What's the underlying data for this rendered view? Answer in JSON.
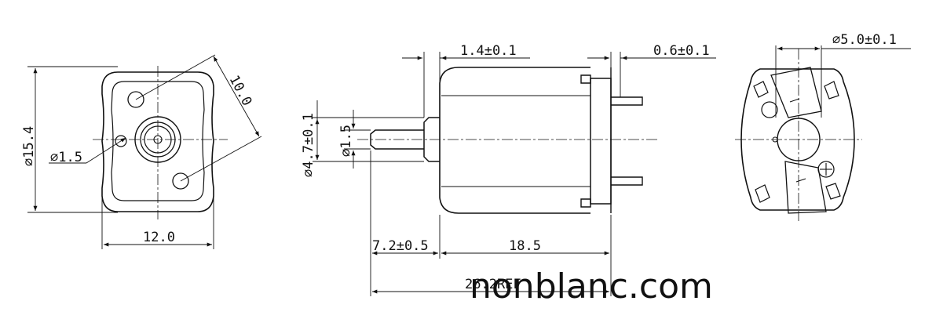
{
  "drawing": {
    "front_view": {
      "height_label": "⌀15.4",
      "width_label": "12.0",
      "hole_spacing_label": "10.0",
      "hole_diameter_label": "⌀1.5"
    },
    "side_view": {
      "cap_thickness_label": "1.4±0.1",
      "terminal_thickness_label": "0.6±0.1",
      "boss_diameter_label": "⌀4.7±0.1",
      "shaft_diameter_label": "⌀1.5",
      "shaft_length_label": "7.2±0.5",
      "body_length_label": "18.5",
      "overall_length_label": "26.2REF"
    },
    "rear_view": {
      "diameter_label": "⌀5.0±0.1"
    },
    "watermark": "nonblanc.com"
  }
}
